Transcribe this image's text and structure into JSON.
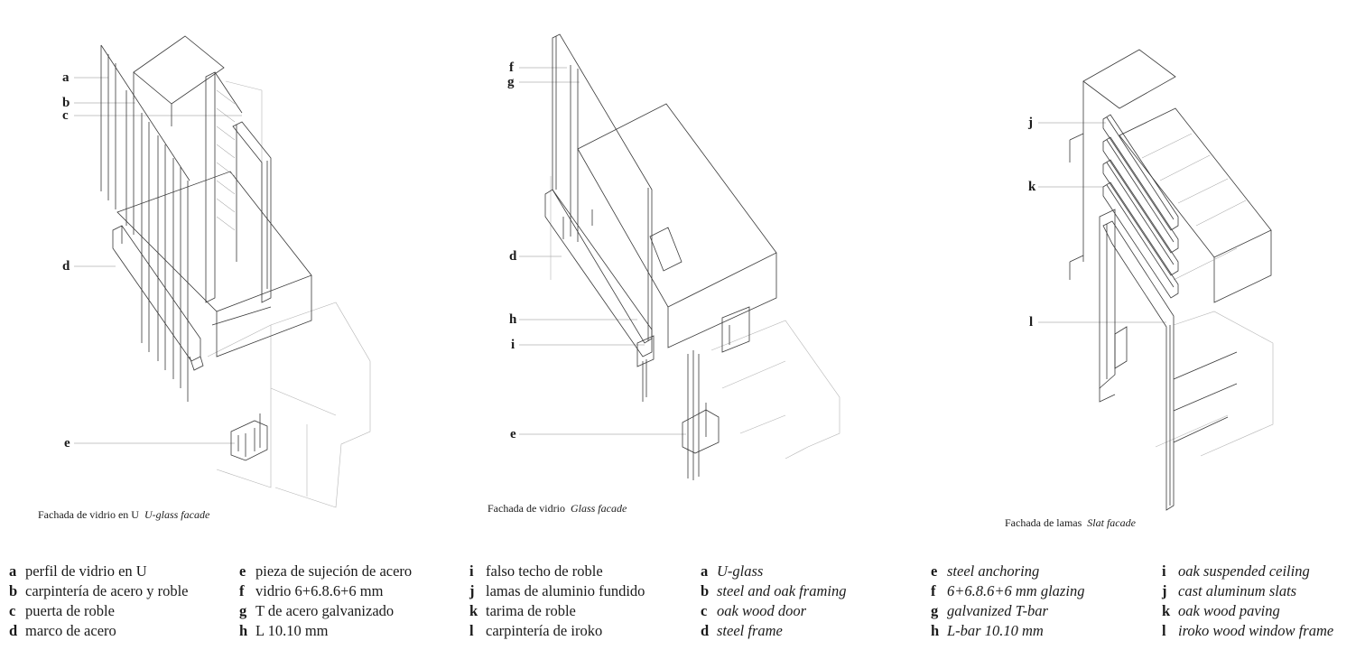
{
  "callouts": {
    "a": "a",
    "b": "b",
    "c": "c",
    "d": "d",
    "e": "e",
    "f": "f",
    "g": "g",
    "d2": "d",
    "h": "h",
    "i": "i",
    "e2": "e",
    "j": "j",
    "k": "k",
    "l": "l"
  },
  "captions": {
    "uglass": {
      "es": "Fachada de vidrio en U",
      "en": "U-glass facade"
    },
    "glass": {
      "es": "Fachada de vidrio",
      "en": "Glass facade"
    },
    "slat": {
      "es": "Fachada de lamas",
      "en": "Slat facade"
    }
  },
  "legend": {
    "es": [
      [
        {
          "letter": "a",
          "text": "perfil de vidrio en U"
        },
        {
          "letter": "b",
          "text": "carpintería de acero y roble"
        },
        {
          "letter": "c",
          "text": "puerta de roble"
        },
        {
          "letter": "d",
          "text": "marco de acero"
        }
      ],
      [
        {
          "letter": "e",
          "text": "pieza de sujeción de acero"
        },
        {
          "letter": "f",
          "text": "vidrio 6+6.8.6+6 mm"
        },
        {
          "letter": "g",
          "text": "T de acero galvanizado"
        },
        {
          "letter": "h",
          "text": "L 10.10 mm"
        }
      ],
      [
        {
          "letter": "i",
          "text": "falso techo de roble"
        },
        {
          "letter": "j",
          "text": "lamas de aluminio fundido"
        },
        {
          "letter": "k",
          "text": "tarima de roble"
        },
        {
          "letter": "l",
          "text": "carpintería de iroko"
        }
      ]
    ],
    "en": [
      [
        {
          "letter": "a",
          "text": "U-glass"
        },
        {
          "letter": "b",
          "text": "steel and oak framing"
        },
        {
          "letter": "c",
          "text": "oak wood door"
        },
        {
          "letter": "d",
          "text": "steel frame"
        }
      ],
      [
        {
          "letter": "e",
          "text": "steel anchoring"
        },
        {
          "letter": "f",
          "text": "6+6.8.6+6 mm glazing"
        },
        {
          "letter": "g",
          "text": "galvanized T-bar"
        },
        {
          "letter": "h",
          "text": "L-bar 10.10 mm"
        }
      ],
      [
        {
          "letter": "i",
          "text": "oak suspended ceiling"
        },
        {
          "letter": "j",
          "text": "cast aluminum slats"
        },
        {
          "letter": "k",
          "text": "oak wood paving"
        },
        {
          "letter": "l",
          "text": "iroko wood window frame"
        }
      ]
    ]
  },
  "colors": {
    "line": "#3a3a3a",
    "faint": "#9a9a9a",
    "text": "#1a1a1a"
  }
}
